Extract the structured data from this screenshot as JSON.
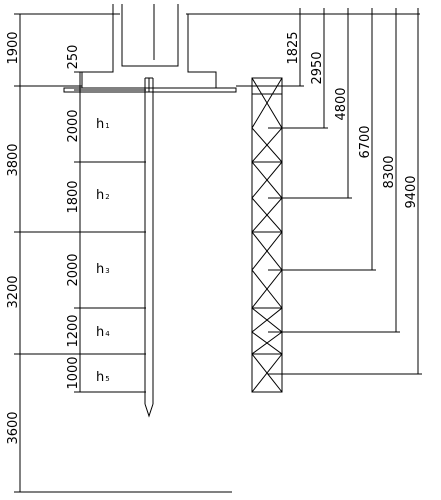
{
  "left_dims": [
    "1900",
    "3800",
    "3200",
    "3600"
  ],
  "inner_dims": [
    "250",
    "2000",
    "1800",
    "2000",
    "1200",
    "1000"
  ],
  "layers": [
    {
      "h": "h",
      "sub": "1"
    },
    {
      "h": "h",
      "sub": "2"
    },
    {
      "h": "h",
      "sub": "3"
    },
    {
      "h": "h",
      "sub": "4"
    },
    {
      "h": "h",
      "sub": "5"
    }
  ],
  "right_dims": [
    "1825",
    "2950",
    "4800",
    "6700",
    "8300",
    "9400"
  ]
}
